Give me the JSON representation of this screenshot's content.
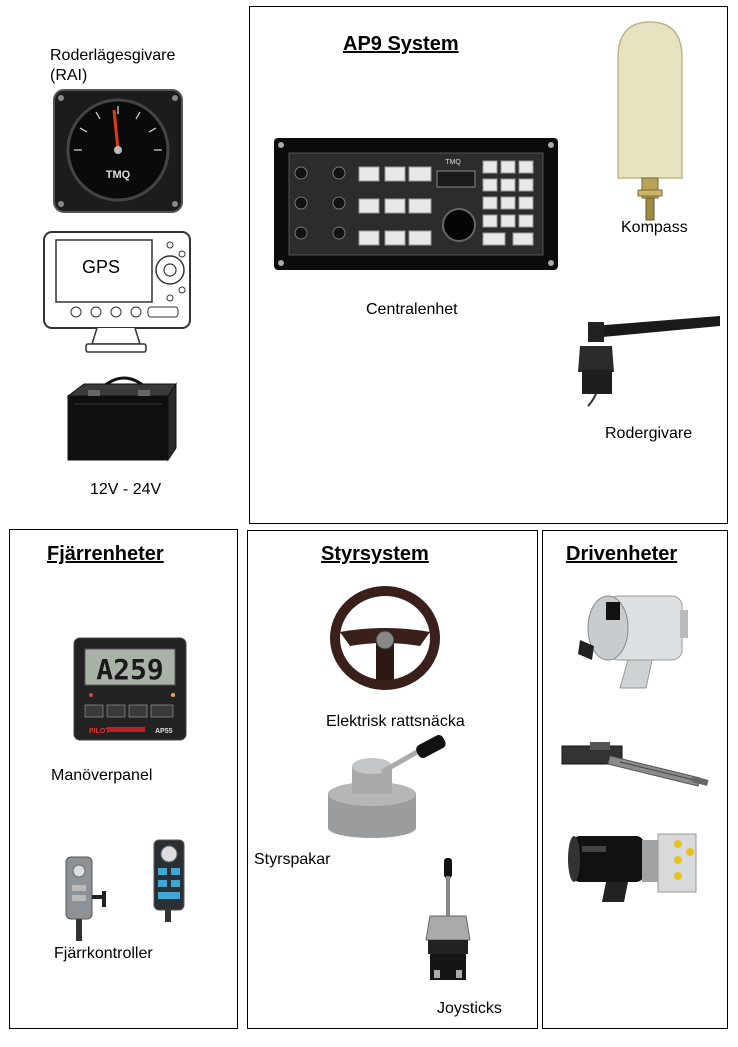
{
  "left_column": {
    "rai_label": "Roderlägesgivare",
    "rai_label_2": "(RAI)",
    "rai_brand": "TMQ",
    "gps_label": "GPS",
    "battery_label": "12V - 24V"
  },
  "ap9_system": {
    "title": "AP9 System",
    "central_unit_label": "Centralenhet",
    "central_unit_brand": "TMQ",
    "compass_label": "Kompass",
    "rudder_sensor_label": "Rodergivare"
  },
  "remote_units": {
    "title": "Fjärrenheter",
    "panel_display": "A259",
    "panel_brand": "PILOT",
    "panel_model": "AP55",
    "panel_label": "Manöverpanel",
    "remote_label": "Fjärrkontroller"
  },
  "steering_systems": {
    "title": "Styrsystem",
    "wheel_label": "Elektrisk rattsnäcka",
    "lever_label": "Styrspakar",
    "joystick_label": "Joysticks"
  },
  "drive_units": {
    "title": "Drivenheter"
  }
}
